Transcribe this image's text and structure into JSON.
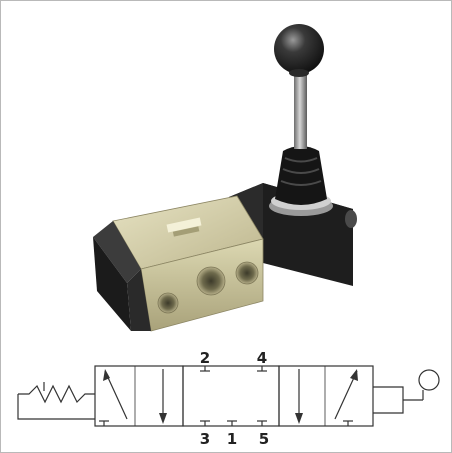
{
  "schematic": {
    "ports_top": [
      "2",
      "4"
    ],
    "ports_bottom": [
      "3",
      "1",
      "5"
    ]
  },
  "colors": {
    "body_brass": "#c9c39a",
    "end_caps": "#1f1f1f",
    "line": "#333333"
  }
}
